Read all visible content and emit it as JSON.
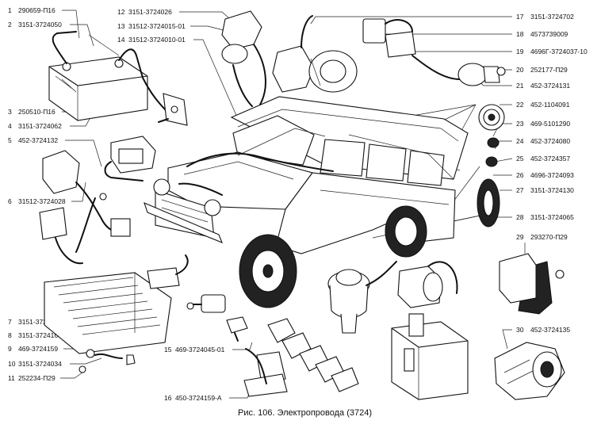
{
  "caption": "Рис. 106. Электропровода (3724)",
  "callouts": [
    {
      "num": "1",
      "code": "290659-П16"
    },
    {
      "num": "2",
      "code": "3151-3724050"
    },
    {
      "num": "3",
      "code": "250510-П16"
    },
    {
      "num": "4",
      "code": "3151-3724062"
    },
    {
      "num": "5",
      "code": "452-3724132"
    },
    {
      "num": "6",
      "code": "31512-3724028"
    },
    {
      "num": "7",
      "code": "3151-3724032"
    },
    {
      "num": "8",
      "code": "3151-3724165"
    },
    {
      "num": "9",
      "code": "469-3724159"
    },
    {
      "num": "10",
      "code": "3151-3724034"
    },
    {
      "num": "11",
      "code": "252234-П29"
    },
    {
      "num": "12",
      "code": "3151-3724026"
    },
    {
      "num": "13",
      "code": "31512-3724015-01"
    },
    {
      "num": "14",
      "code": "31512-3724010-01"
    },
    {
      "num": "15",
      "code": "469-3724045-01"
    },
    {
      "num": "16",
      "code": "450-3724159-А"
    },
    {
      "num": "17",
      "code": "3151-3724702"
    },
    {
      "num": "18",
      "code": "4573739009"
    },
    {
      "num": "19",
      "code": "4696Г-3724037-10"
    },
    {
      "num": "20",
      "code": "252177-П29"
    },
    {
      "num": "21",
      "code": "452-3724131"
    },
    {
      "num": "22",
      "code": "452-1104091"
    },
    {
      "num": "23",
      "code": "469-5101290"
    },
    {
      "num": "24",
      "code": "452-3724080"
    },
    {
      "num": "25",
      "code": "452-3724357"
    },
    {
      "num": "26",
      "code": "4696-3724093"
    },
    {
      "num": "27",
      "code": "3151-3724130"
    },
    {
      "num": "28",
      "code": "3151-3724065"
    },
    {
      "num": "29",
      "code": "293270-П29"
    },
    {
      "num": "30",
      "code": "452-3724135"
    }
  ]
}
